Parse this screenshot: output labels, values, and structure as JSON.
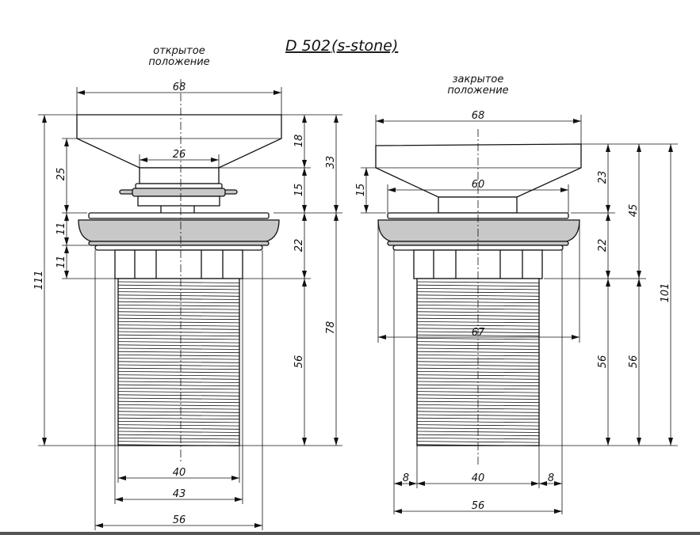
{
  "title": {
    "model": "D 502",
    "variant": "(s-stone)"
  },
  "open_view": {
    "label_line1": "открытое",
    "label_line2": "положение",
    "dims": {
      "cap_width": "68",
      "stem_width": "26",
      "cap_height": "18",
      "stem_height": "15",
      "top_total": "33",
      "cone_gap": "25",
      "ring_upper": "11",
      "ring_lower": "11",
      "body_height": "22",
      "thread_height": "56",
      "lower_total": "78",
      "overall": "111",
      "thread_d": "40",
      "nut_d": "43",
      "flange_d": "56"
    }
  },
  "closed_view": {
    "label_line1": "закрытое",
    "label_line2": "положение",
    "dims": {
      "cap_width": "68",
      "inner_width": "60",
      "cone_height": "15",
      "cap_height": "23",
      "body_height": "22",
      "top_total": "45",
      "thread_height_a": "56",
      "thread_height_b": "56",
      "overall": "101",
      "bowl_width": "67",
      "offset_left": "8",
      "thread_d": "40",
      "offset_right": "8",
      "flange_d": "56"
    }
  }
}
